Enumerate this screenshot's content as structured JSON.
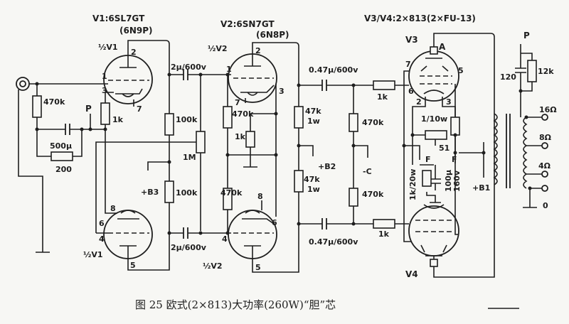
{
  "titles": {
    "v1": "V1:6SL7GT",
    "v1_alt": "(6N9P)",
    "v2": "V2:6SN7GT",
    "v2_alt": "(6N8P)",
    "v3v4": "V3/V4:2×813(2×FU-13)"
  },
  "tubes": {
    "half_v1_top": "½V1",
    "half_v1_bottom": "½V1",
    "half_v2_top": "½V2",
    "half_v2_bottom": "½V2",
    "v3": "V3",
    "v3_anode": "A",
    "v4": "V4"
  },
  "pins": {
    "v1t_2": "2",
    "v1t_1": "1",
    "v1t_3": "3",
    "v1t_7": "7",
    "v1b_8": "8",
    "v1b_6": "6",
    "v1b_4": "4",
    "v1b_5": "5",
    "v2t_2": "2",
    "v2t_1": "1",
    "v2t_3": "3",
    "v2t_7": "7",
    "v2b_8": "8",
    "v2b_6": "6",
    "v2b_4": "4",
    "v2b_5": "5",
    "v3_7": "7",
    "v3_5": "5",
    "v3_6": "6",
    "v3_2": "2",
    "v3_3": "3"
  },
  "components": {
    "r_in": "470k",
    "p_left": "P",
    "r_cath1": "1k",
    "c_500": "500µ",
    "r_200": "200",
    "c_top1": "2µ/600v",
    "r_100k_top": "100k",
    "pot_1m": "1M",
    "b3": "+B3",
    "r_100k_bottom": "100k",
    "c_bottom1": "2µ/600v",
    "r_470k_v2": "470k",
    "r_1k_v2": "1k",
    "r_470k_v2b": "470k",
    "r_47k_top": "47k",
    "r_47k_top_w": "1w",
    "b2": "+B2",
    "r_47k_bottom": "47k",
    "r_47k_bottom_w": "1w",
    "c_top2": "0.47µ/600v",
    "c_bottom2": "0.47µ/600v",
    "r_470k_top3": "470k",
    "bias": "-C",
    "r_470k_bottom3": "470k",
    "r_1k_grid_top": "1k",
    "r_1k_grid_bottom": "1k",
    "r_1_10w": "1/10w",
    "pot_51": "51",
    "fil_f1": "F",
    "fil_f2": "F",
    "r_1k20w": "1k/20w",
    "c_100u": "100µ",
    "c_160v": "160v",
    "b1": "+B1",
    "c_120": "120",
    "r_12k": "12k",
    "p_right": "P"
  },
  "outputs": {
    "tap_16": "16Ω",
    "tap_8": "8Ω",
    "tap_4": "4Ω",
    "tap_0": "0"
  },
  "caption": "图 25   欧式(2×813)大功率(260W)“胆”芯"
}
